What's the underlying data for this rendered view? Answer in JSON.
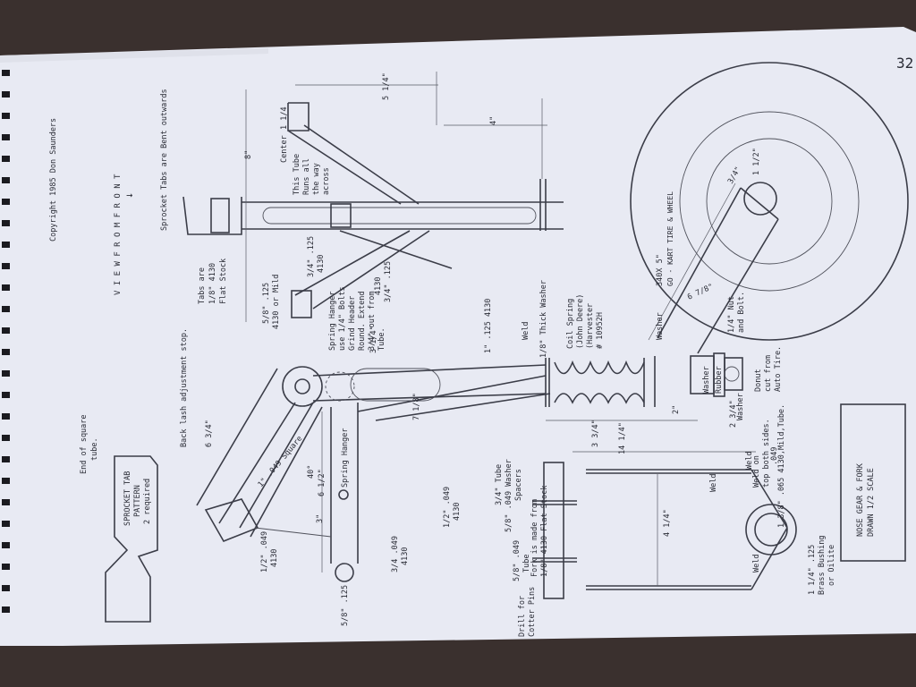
{
  "page_number": "32",
  "copyright": "Copyright 1985 Don Saunders",
  "view_from_front": "V I E W   F R O M   F R O N T",
  "sprocket_tabs_note": "Sprocket Tabs are Bent outwards",
  "tabs_note_1": "Tabs are",
  "tabs_note_2": "1/8\" 4130",
  "tabs_note_3": "Flat Stock",
  "dim_8": "8\"",
  "center_label": "Center",
  "dim_1_1_4_top": "1 1/4",
  "this_tube_1": "This Tube",
  "this_tube_2": "Runs all",
  "this_tube_3": "the way",
  "this_tube_4": "across",
  "dim_5_1_4": "5 1/4\"",
  "dim_4": "4\"",
  "dim_3_4_125_a": "3/4\" .125",
  "dim_3_4_125_b": "4130",
  "dim_5_8_125_a": "5/8\" .125",
  "dim_5_8_125_b": "4130 or Mild",
  "dim_4130_a": "4130",
  "dim_4130_b": "3/4\" .125",
  "spring_hanger_1": "Spring Hanger",
  "spring_hanger_2": "use 1/4\" Bolts",
  "spring_hanger_3": "Grind Header",
  "spring_hanger_4": "Round. Extend",
  "spring_hanger_5": "3/4\" out from",
  "spring_hanger_6": "Tube.",
  "backlash_note": "Back lash adjustment stop.",
  "dim_6_3_4": "6 3/4\"",
  "dim_3_1_4": "3 1/4\"",
  "dim_1_125": "1\" .125 4130",
  "weld_1": "Weld",
  "thick_washer": "1/8\" Thick Washer",
  "coil_1": "Coil Spring",
  "coil_2": "(John Deere)",
  "coil_3": "(Harvester",
  "coil_4": "# 10952H",
  "washer_1": "Washer",
  "dim_6_7_8": "6 7/8\"",
  "tire_1": "340X 5\"",
  "tire_2": "GO - KART TIRE & WHEEL",
  "dim_1_1_2": "1 1/2\"",
  "dim_3_4_w": "3/4\"",
  "nut_1": "1/4\" Nut",
  "nut_2": "and Bolt.",
  "donut_1": "Donut",
  "donut_2": "cut from",
  "donut_3": "Auto Tire.",
  "rubber": "Rubber",
  "washer_2": "Washer",
  "washer_3": "Washer",
  "dim_2": "2\"",
  "dim_2_3_4": "2 3/4\"",
  "weld_top_1": "Weld on",
  "weld_top_2": "top both sides.",
  "tube_spec": "1 3/8\" .065 4130,Mild,Tube.",
  "sq_tube": "1\" .049 Square",
  "dim_7_1_8": "7 1/8\"",
  "dim_3_3_4": "3 3/4\"",
  "dim_14_1_4": "14 1/4\"",
  "dim_40": "40°",
  "spring_hanger_lbl": "Spring Hanger",
  "dim_6_1_2": "6 1/2\"",
  "dim_3": "3\"",
  "end_sq_1": "End of square",
  "end_sq_2": "tube.",
  "pattern_1": "SPROCKET TAB",
  "pattern_2": "PATTERN",
  "pattern_3": "2 required",
  "half_049_a": "1/2\" .049",
  "half_049_b": "4130",
  "half_049_c": "1/2\" .049",
  "half_049_d": "4130",
  "tq_049_a": "3/4 .049",
  "tq_049_b": "4130",
  "five8_125": "5/8\" .125",
  "washer_spacers_1": "3/4\" Tube",
  "washer_spacers_2": "5/8\" .049 Washer",
  "washer_spacers_3": "Spacers",
  "fork_note_1": "Fork is made from",
  "fork_note_2": "1/8\" 4130 Flat Stock",
  "dim_4_1_4": "4 1/4\"",
  "drill_1": "Drill for",
  "drill_2": "Cotter Pins",
  "five8_tube_1": "5/8\" .049",
  "five8_tube_2": "Tube",
  "weld_2": "Weld",
  "weld_3": "Weld",
  "weld_4": "Weld",
  "dim_049": ".049",
  "bushing_1": "1 1/4\" .125",
  "bushing_2": "Brass Bushing",
  "bushing_3": "or Oilite",
  "title_1": "NOSE GEAR & FORK",
  "title_2": "DRAWN 1/2 SCALE",
  "colors": {
    "paper": "#e9ebf4",
    "ink": "#3b3d48",
    "background": "#3a302e"
  }
}
